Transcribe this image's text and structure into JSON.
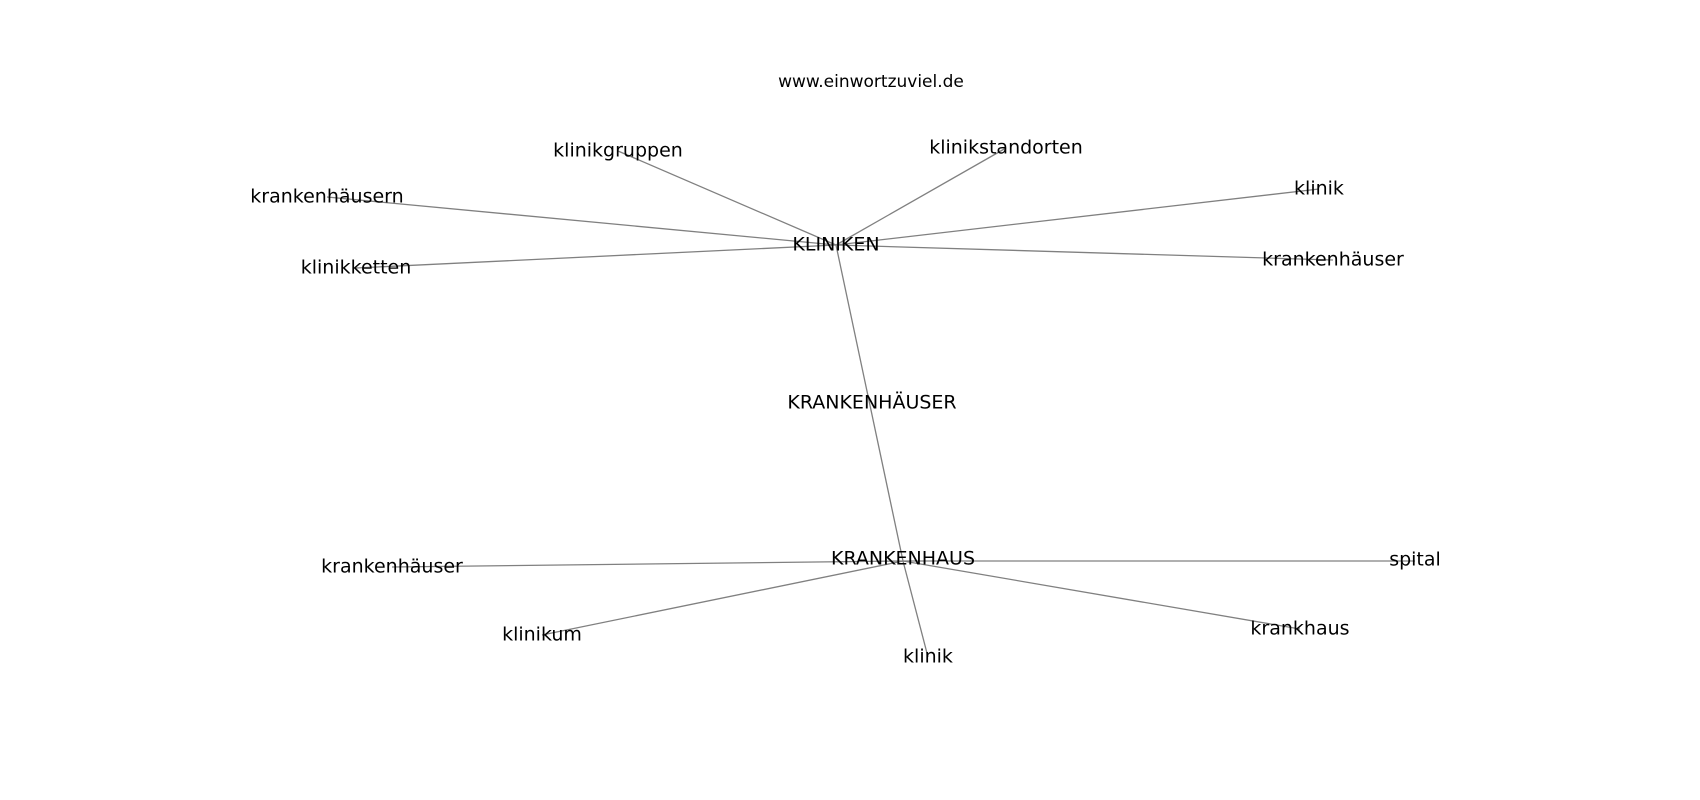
{
  "header": {
    "website": "www.einwortzuviel.de"
  },
  "graph": {
    "nodes": [
      {
        "id": "kliniken",
        "label": "KLINIKEN"
      },
      {
        "id": "krankenhaeuser_center",
        "label": "KRANKENHÄUSER"
      },
      {
        "id": "krankenhaus",
        "label": "KRANKENHAUS"
      },
      {
        "id": "klinikgruppen",
        "label": "klinikgruppen"
      },
      {
        "id": "klinikstandorten",
        "label": "klinikstandorten"
      },
      {
        "id": "krankenhaeusern",
        "label": "krankenhäusern"
      },
      {
        "id": "klinik_top",
        "label": "klinik"
      },
      {
        "id": "klinikketten",
        "label": "klinikketten"
      },
      {
        "id": "krankenhaeuser_top",
        "label": "krankenhäuser"
      },
      {
        "id": "krankenhaeuser_bottom",
        "label": "krankenhäuser"
      },
      {
        "id": "spital",
        "label": "spital"
      },
      {
        "id": "klinikum",
        "label": "klinikum"
      },
      {
        "id": "klinik_bottom",
        "label": "klinik"
      },
      {
        "id": "krankhaus",
        "label": "krankhaus"
      }
    ],
    "edges": [
      {
        "from": "kliniken",
        "to": "klinikgruppen"
      },
      {
        "from": "kliniken",
        "to": "klinikstandorten"
      },
      {
        "from": "kliniken",
        "to": "krankenhaeusern"
      },
      {
        "from": "kliniken",
        "to": "klinik_top"
      },
      {
        "from": "kliniken",
        "to": "klinikketten"
      },
      {
        "from": "kliniken",
        "to": "krankenhaeuser_top"
      },
      {
        "from": "kliniken",
        "to": "krankenhaus"
      },
      {
        "from": "krankenhaus",
        "to": "krankenhaeuser_bottom"
      },
      {
        "from": "krankenhaus",
        "to": "spital"
      },
      {
        "from": "krankenhaus",
        "to": "klinikum"
      },
      {
        "from": "krankenhaus",
        "to": "klinik_bottom"
      },
      {
        "from": "krankenhaus",
        "to": "krankhaus"
      }
    ]
  }
}
